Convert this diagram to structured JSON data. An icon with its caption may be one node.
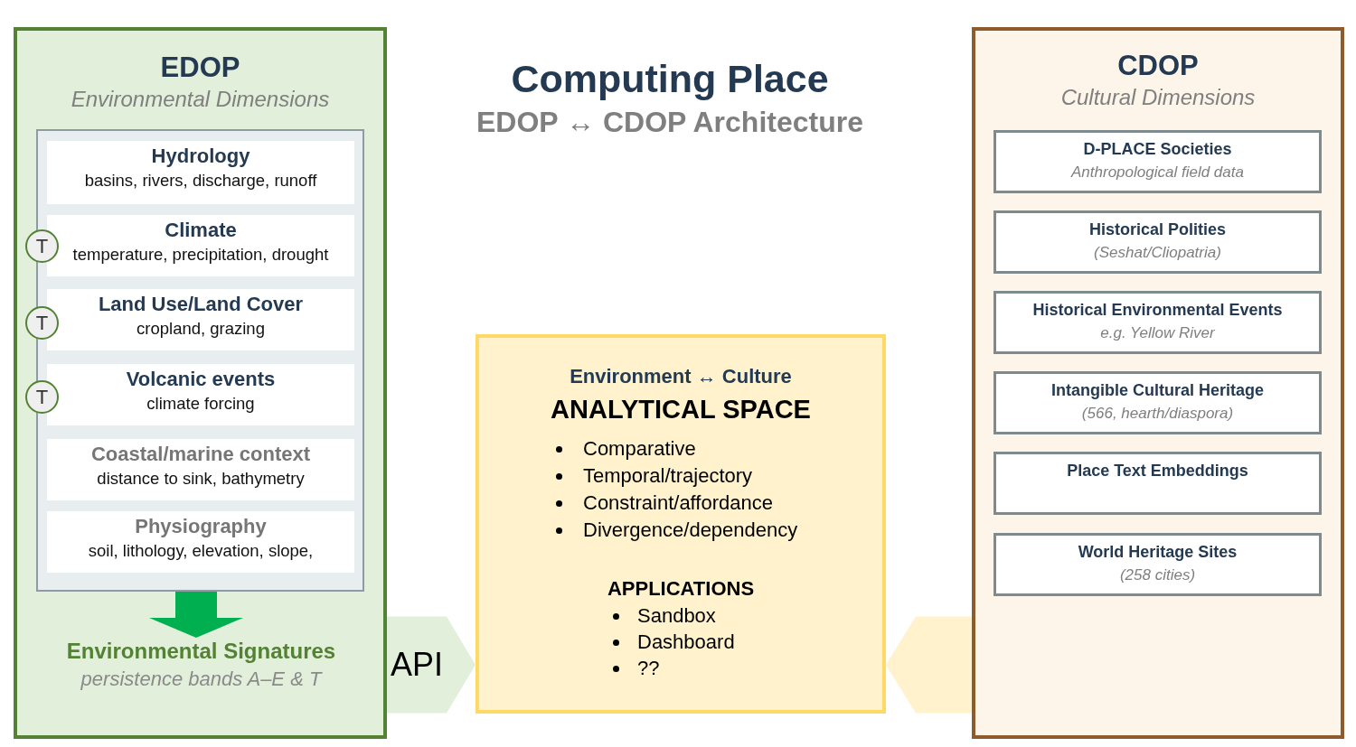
{
  "diagram": {
    "title": "Computing Place",
    "nodes": [
      {
        "text": [
          "EDOP",
          "Environmental Dimensions"
        ]
      },
      {
        "text": [],
        "shape": "box",
        "in": 0
      },
      {
        "text": [
          "Hydrology",
          "basins, rivers, discharge, runoff"
        ],
        "in": 1
      },
      {
        "text": [
          "Climate",
          "temperature, precipitation, drought"
        ],
        "in": 1
      },
      {
        "text": [
          "T"
        ],
        "in": 0
      },
      {
        "text": [
          "Land Use/Land Cover",
          "cropland, grazing"
        ],
        "in": 1
      },
      {
        "text": [
          "T"
        ],
        "in": 0
      },
      {
        "text": [
          "Volcanic events",
          "climate forcing"
        ],
        "in": 1
      },
      {
        "text": [
          "T"
        ],
        "in": 0
      },
      {
        "text": [
          "Coastal/marine context",
          "distance to sink, bathymetry"
        ],
        "in": 1
      },
      {
        "text": [
          "Physiography",
          "soil, lithology, elevation, slope,"
        ],
        "in": 1
      },
      {
        "text": [
          "Environmental Signatures",
          "persistence bands A–E & T"
        ],
        "in": 0
      },
      {
        "text": [
          "Environment ↔ Culture",
          "ANALYTICAL SPACE",
          "Comparative",
          "Temporal/trajectory",
          "Constraint/affordance",
          "Divergence/dependency",
          "APPLICATIONS",
          "Sandbox",
          "Dashboard",
          "??"
        ]
      },
      {
        "text": [
          "CDOP",
          "Cultural Dimensions"
        ]
      },
      {
        "text": [
          "D-PLACE Societies",
          "Anthropological field data"
        ],
        "in": 13
      },
      {
        "text": [
          "Historical Polities",
          "(Seshat/Cliopatria)"
        ],
        "in": 13
      },
      {
        "text": [
          "Historical Environmental Events",
          "e.g. Yellow River"
        ],
        "in": 13
      },
      {
        "text": [
          "Intangible Cultural Heritage",
          "(566, hearth/diaspora)"
        ],
        "in": 13
      },
      {
        "text": [
          "Place Text Embeddings"
        ],
        "in": 13
      },
      {
        "text": [
          "World Heritage Sites",
          "(258 cities)"
        ],
        "in": 13
      }
    ],
    "edges": [
      {
        "from": 1,
        "to": 11,
        "arrow": "to",
        "color": "#00b050"
      },
      {
        "from": 0,
        "to": 12,
        "arrow": "to",
        "label": "API",
        "color": "#e2efda"
      },
      {
        "from": 13,
        "to": 12,
        "arrow": "to",
        "color": "#fff2cc"
      }
    ],
    "labels": [
      "EDOP ↔ CDOP Architecture"
    ]
  }
}
